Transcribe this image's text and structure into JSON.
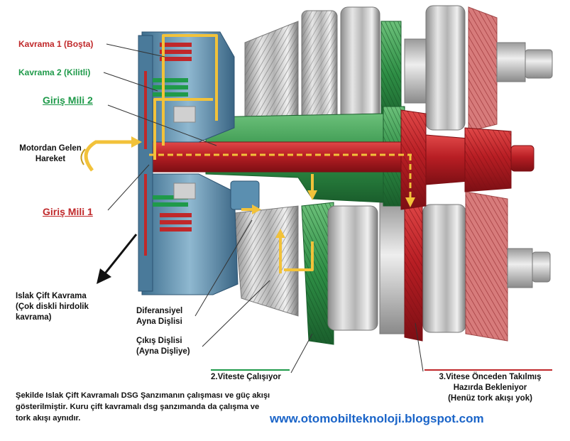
{
  "labels": {
    "clutch1": "Kavrama 1 (Boşta)",
    "clutch2": "Kavrama 2 (Kilitli)",
    "input_shaft_2": "Giriş Mili 2",
    "engine_motion_line1": "Motordan Gelen",
    "engine_motion_line2": "Hareket",
    "input_shaft_1": "Giriş Mili 1",
    "wet_clutch_line1": "Islak Çift Kavrama",
    "wet_clutch_line2": "(Çok diskli hirdolik",
    "wet_clutch_line3": "kavrama)",
    "diff_line1": "Diferansiyel",
    "diff_line2": "Ayna Dişlisi",
    "output_line1": "Çıkış Dişlisi",
    "output_line2": "(Ayna Dişliye)",
    "second_gear": "2.Viteste Çalışıyor",
    "third_line1": "3.Vitese Önceden Takılmış",
    "third_line2": "Hazırda Bekleniyor",
    "third_line3": "(Henüz tork akışı yok)"
  },
  "caption": "Şekilde Islak Çift Kavramalı DSG Şanzımanın çalışması ve güç akışı gösterilmiştir. Kuru çift kavramalı dsg şanzımanda da çalışma ve tork akışı aynıdır.",
  "website": "www.otomobilteknoloji.blogspot.com",
  "colors": {
    "red": "#c0282a",
    "green": "#1f9a4a",
    "flow_arrow": "#f2c23a",
    "link_blue": "#1a64c8",
    "housing_blue": "#5b8fb0"
  },
  "icons": {
    "engine_motion": "curved-arrow-icon",
    "flow": "torque-flow-arrow-icon"
  }
}
